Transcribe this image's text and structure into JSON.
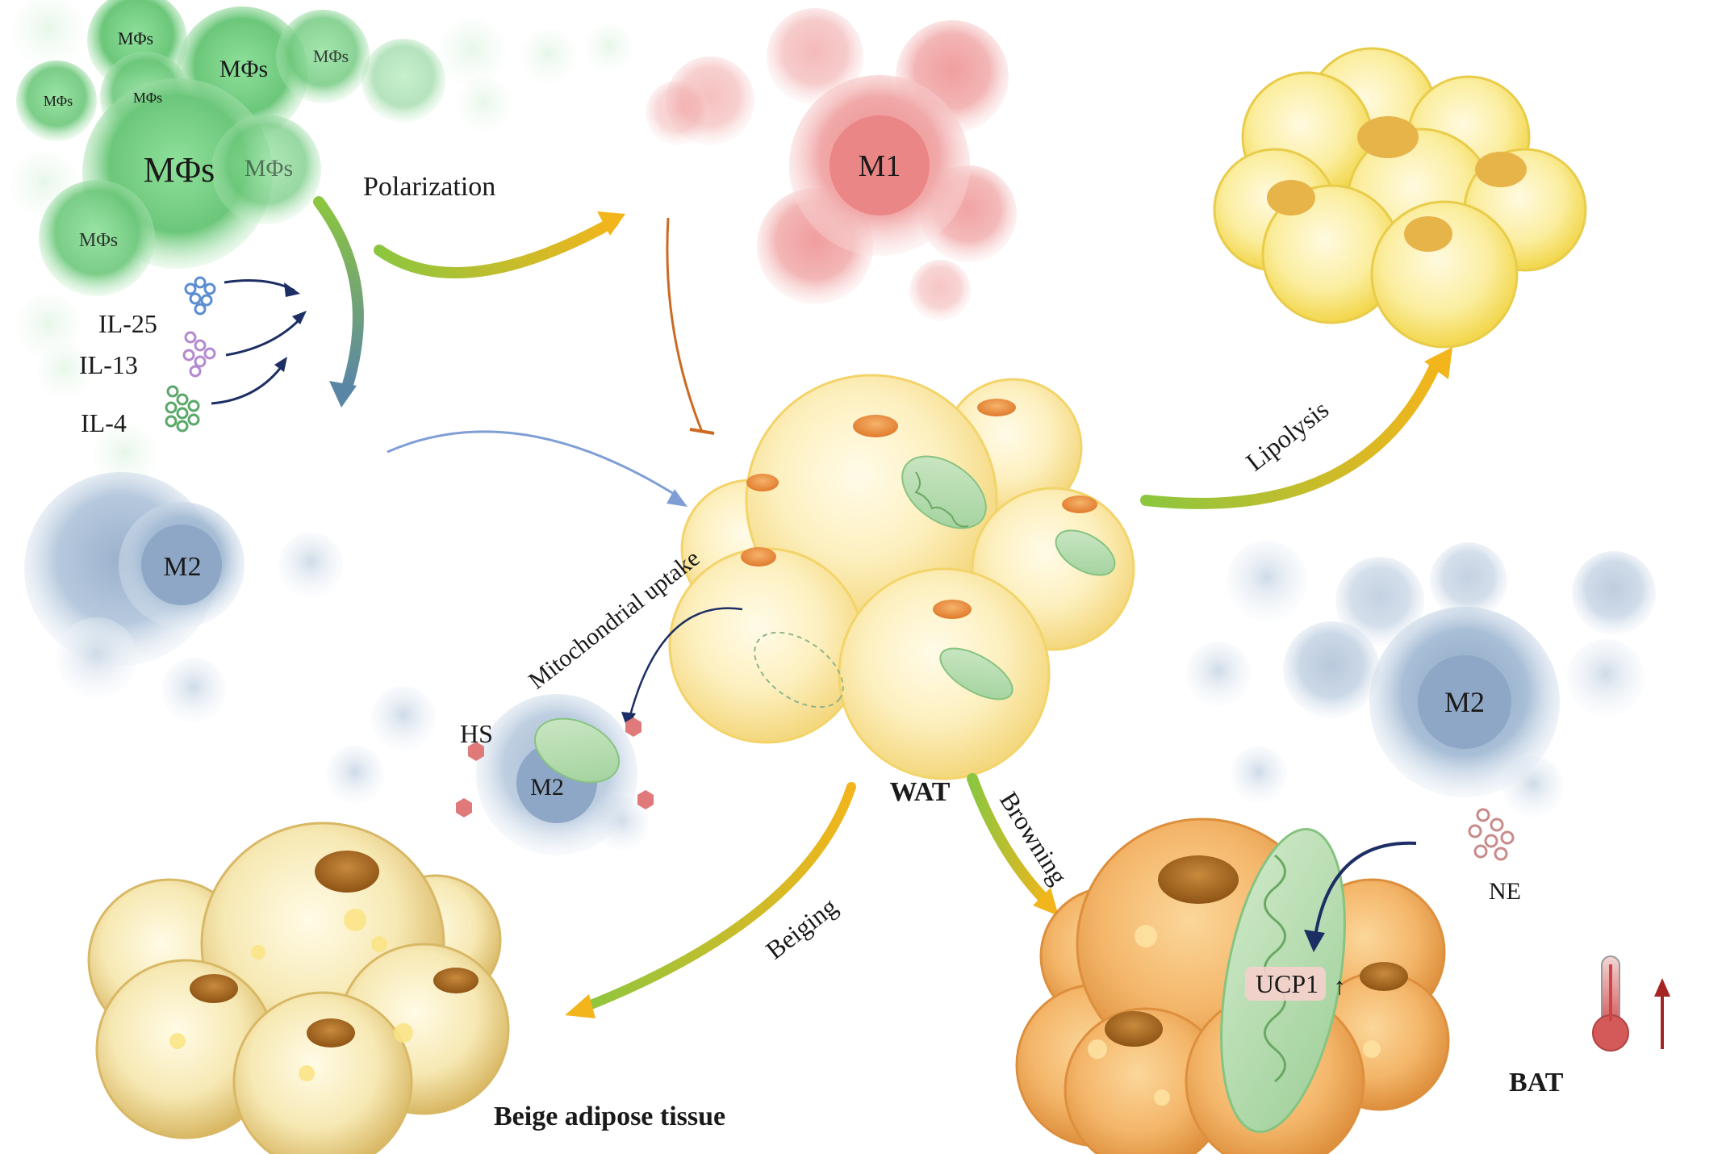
{
  "labels": {
    "macrophages": "MΦs",
    "macrophages_small": "MΦs",
    "polarization": "Polarization",
    "m1": "M1",
    "m2_left": "M2",
    "m2_right": "M2",
    "m2_hs": "M2",
    "il25": "IL-25",
    "il13": "IL-13",
    "il4": "IL-4",
    "lipolysis": "Lipolysis",
    "mito_uptake": "Mitochondrial uptake",
    "hs": "HS",
    "wat": "WAT",
    "browning": "Browning",
    "beiging": "Beiging",
    "beige_tissue": "Beige adipose tissue",
    "ne": "NE",
    "ucp1": "UCP1",
    "ucp1_arrow": "↑",
    "bat": "BAT"
  },
  "colors": {
    "macrophage_green": "#7ccf86",
    "m1_pink": "#ee9a9a",
    "m2_blue": "#8fa9c9",
    "wat_yellow": "#fbe9a8",
    "bat_orange": "#f2b36a",
    "beige": "#f1dfa0",
    "arrow_dark_blue": "#1c2e63",
    "arrow_light_blue": "#7f9ed6",
    "inhibit_orange": "#cc6a22",
    "thermo_red": "#c0392b"
  }
}
